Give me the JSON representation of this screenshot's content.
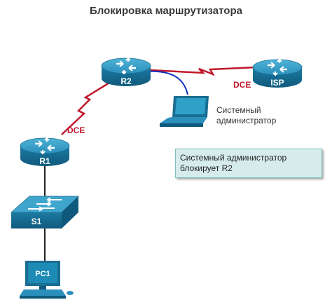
{
  "title": "Блокировка маршрутизатора",
  "devices": {
    "r1": "R1",
    "r2": "R2",
    "isp": "ISP",
    "s1": "S1",
    "pc1": "PC1"
  },
  "links": {
    "dce_r1_r2": "DCE",
    "dce_r2_isp": "DCE"
  },
  "admin_label": "Системный администратор",
  "callout": "Системный администратор блокирует R2",
  "colors": {
    "router": "#1e7fa8",
    "serial_link": "#c0172b",
    "console_cable": "#1030c0",
    "callout_bg": "#d6ecec"
  }
}
